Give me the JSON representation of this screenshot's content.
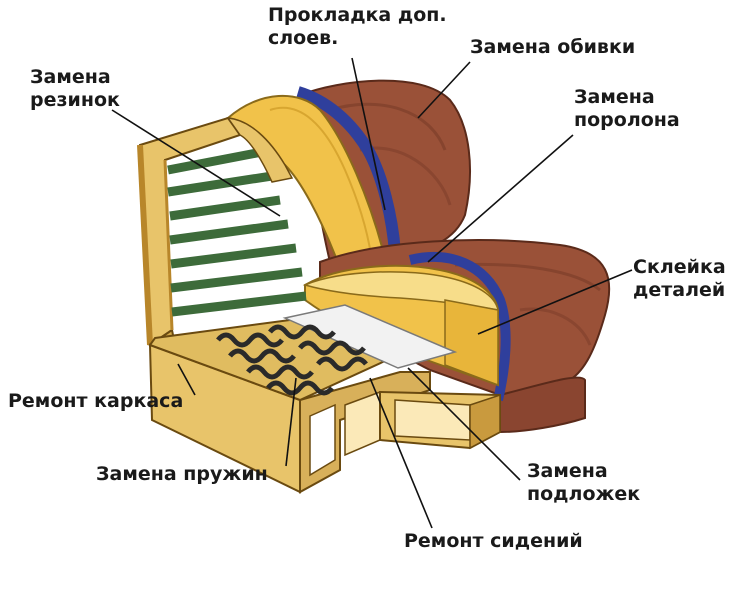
{
  "labels": {
    "padding_layers": [
      "Прокладка доп.",
      "слоев."
    ],
    "upholstery": "Замена обивки",
    "elastic_bands": [
      "Замена",
      "резинок"
    ],
    "foam": [
      "Замена",
      "поролона"
    ],
    "gluing": [
      "Склейка",
      "деталей"
    ],
    "frame_repair": "Ремонт каркаса",
    "springs": "Замена пружин",
    "underlays": [
      "Замена",
      "подложек"
    ],
    "seat_repair": "Ремонт сидений"
  },
  "colors": {
    "wood": "#e8c46a",
    "wood_dark": "#b8862a",
    "upholstery": "#9a5138",
    "upholstery_dark": "#6e3322",
    "foam": "#f1c24a",
    "foam_light": "#f7dd8a",
    "band": "#3d6b3a",
    "blue_trim": "#2f3f9c",
    "spring": "#2a2a2a",
    "line": "#111111"
  }
}
